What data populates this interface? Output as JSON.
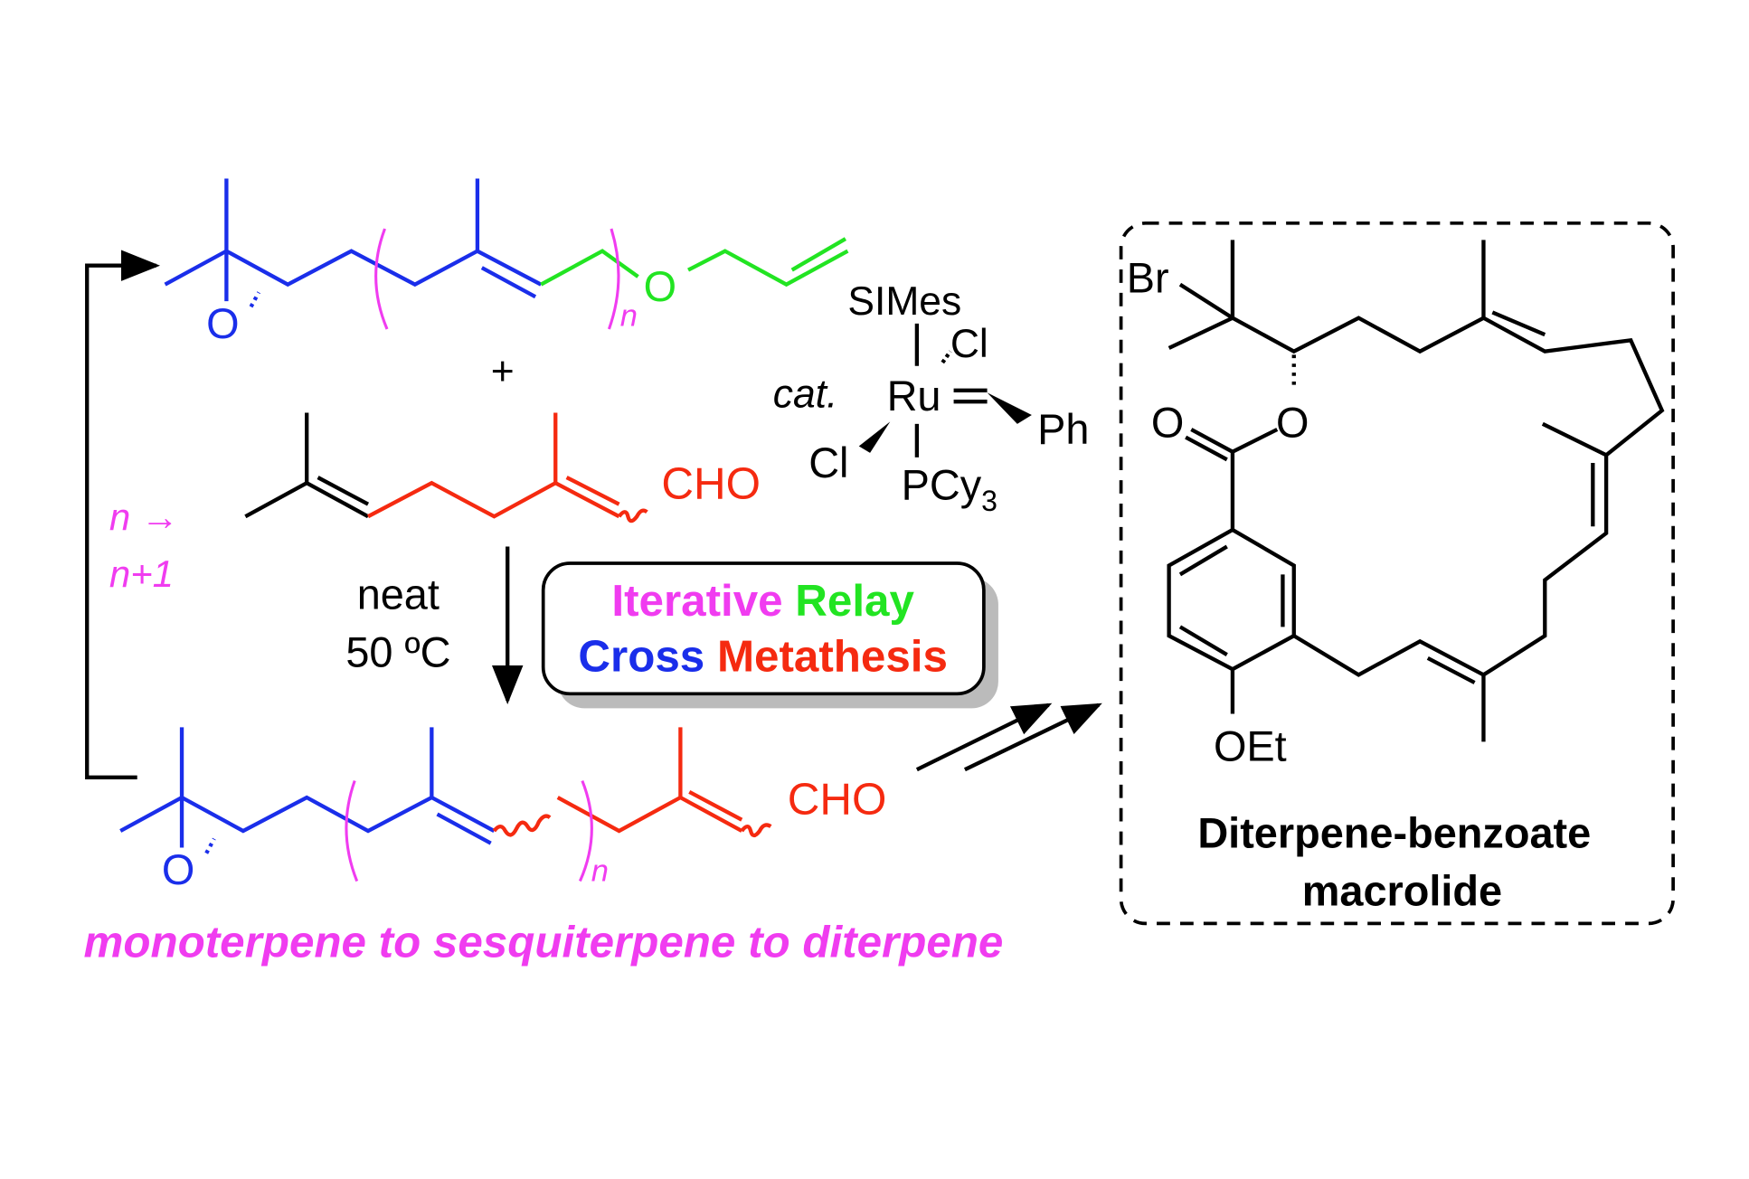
{
  "top_molecule": {
    "epoxide_o": "O",
    "ether_o": "O",
    "repeat": "n"
  },
  "plus": "+",
  "reagent": {
    "aldehyde": "CHO"
  },
  "catalyst": {
    "prefix": "cat.",
    "ligand_top": "SIMes",
    "cl_top": "Cl",
    "metal": "Ru",
    "carbene": "Ph",
    "cl_bottom": "Cl",
    "ligand_bottom": "PCy",
    "ligand_bottom_sub": "3"
  },
  "loop_label": {
    "line1": "n →",
    "line2": "n+1"
  },
  "conditions": {
    "line1": "neat",
    "line2": "50 ºC"
  },
  "method_box": {
    "w1": "Iterative",
    "w2": "Relay",
    "w3": "Cross",
    "w4": "Metathesis"
  },
  "bottom_molecule": {
    "epoxide_o": "O",
    "aldehyde": "CHO",
    "repeat": "n"
  },
  "caption": "monoterpene to sesquiterpene to diterpene",
  "target": {
    "br": "Br",
    "carbonyl_o": "O",
    "ester_o": "O",
    "oet": "OEt",
    "name1": "Diterpene-benzoate",
    "name2": "macrolide"
  },
  "colors": {
    "blue": "#1a2eea",
    "green": "#22e422",
    "red": "#f52a10",
    "magenta": "#f03cf0"
  }
}
